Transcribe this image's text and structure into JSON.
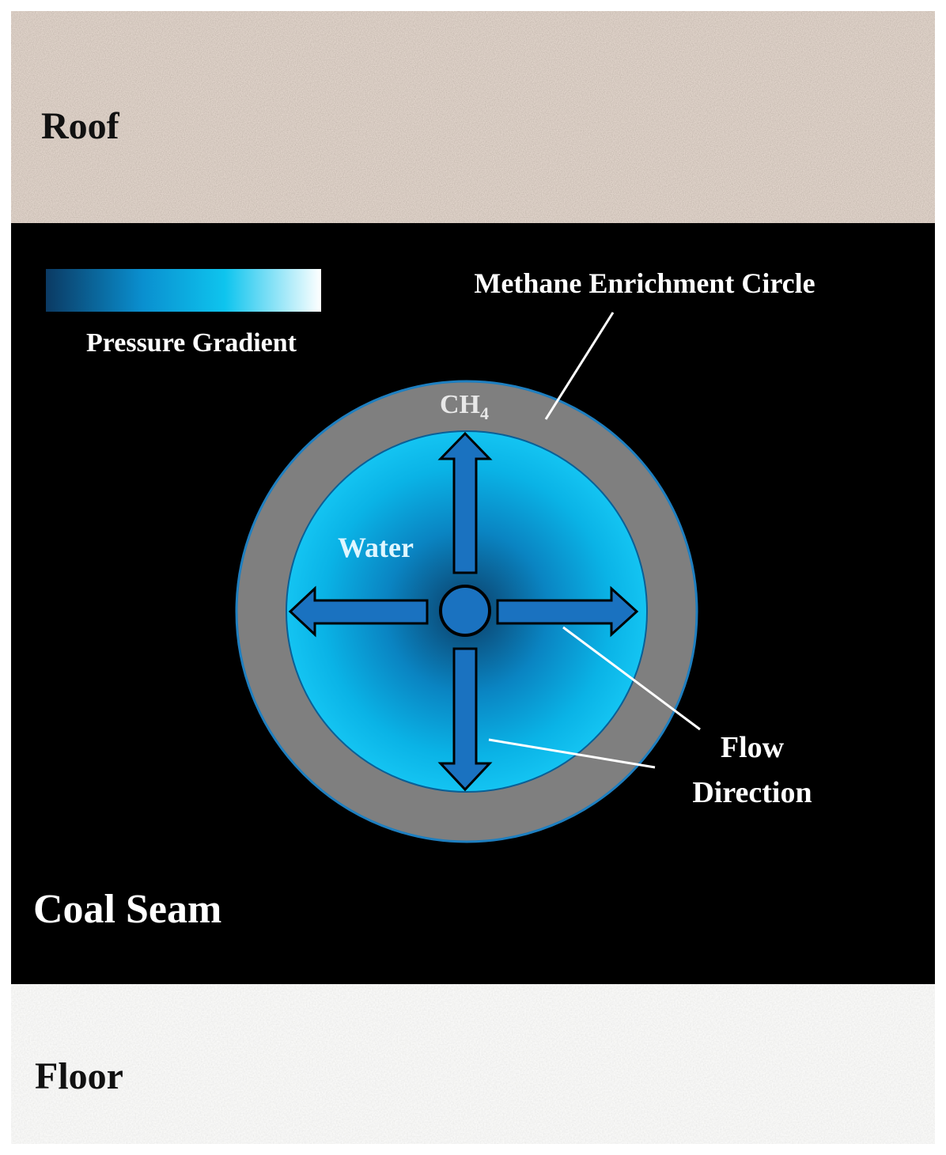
{
  "layers": {
    "roof": "Roof",
    "coal_seam": "Coal Seam",
    "floor": "Floor"
  },
  "legend": {
    "label": "Pressure Gradient"
  },
  "labels": {
    "methane_circle": "Methane Enrichment Circle",
    "gas": "CH",
    "gas_subscript": "4",
    "water": "Water",
    "flow_line1": "Flow",
    "flow_line2": "Direction"
  },
  "colors": {
    "roof": "#a38b7a",
    "coal_seam": "#000000",
    "floor": "#e6e6e4",
    "methane_ring": "#7f7f7f",
    "ring_edge": "#1e7fc0",
    "water_center": "#0c3d66",
    "water_mid": "#0aa6dc",
    "water_edge": "#11c0f0",
    "arrow_fill": "#1a72c0",
    "text_light": "#ffffff",
    "text_dark": "#111111",
    "water_text": "#dff6ff",
    "gas_text": "#e8e8e8"
  }
}
